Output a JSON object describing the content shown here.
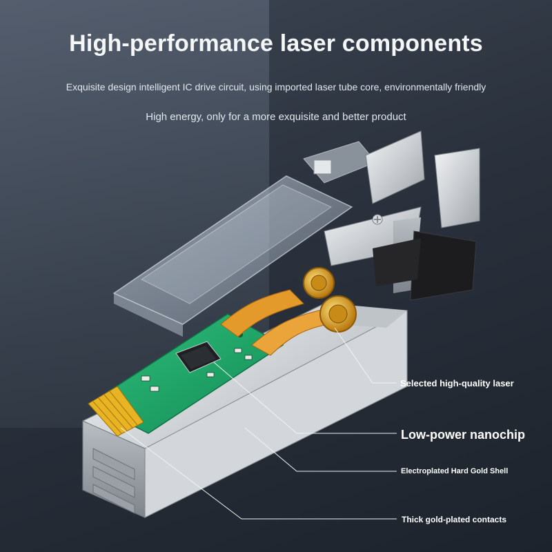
{
  "header": {
    "title": "High-performance laser components",
    "subtitle_1": "Exquisite design intelligent IC drive circuit, using imported laser tube core, environmentally friendly",
    "subtitle_2": "High energy, only for a more exquisite and better product"
  },
  "callouts": {
    "laser": "Selected high-quality laser",
    "nanochip": "Low-power nanochip",
    "shell": "Electroplated Hard Gold Shell",
    "contacts": "Thick gold-plated contacts"
  },
  "colors": {
    "background": "#2a313c",
    "pcb": "#1fa86b",
    "gold": "#e8b424",
    "flex_cable": "#e39a2a",
    "metal": "#d6d9dc"
  }
}
